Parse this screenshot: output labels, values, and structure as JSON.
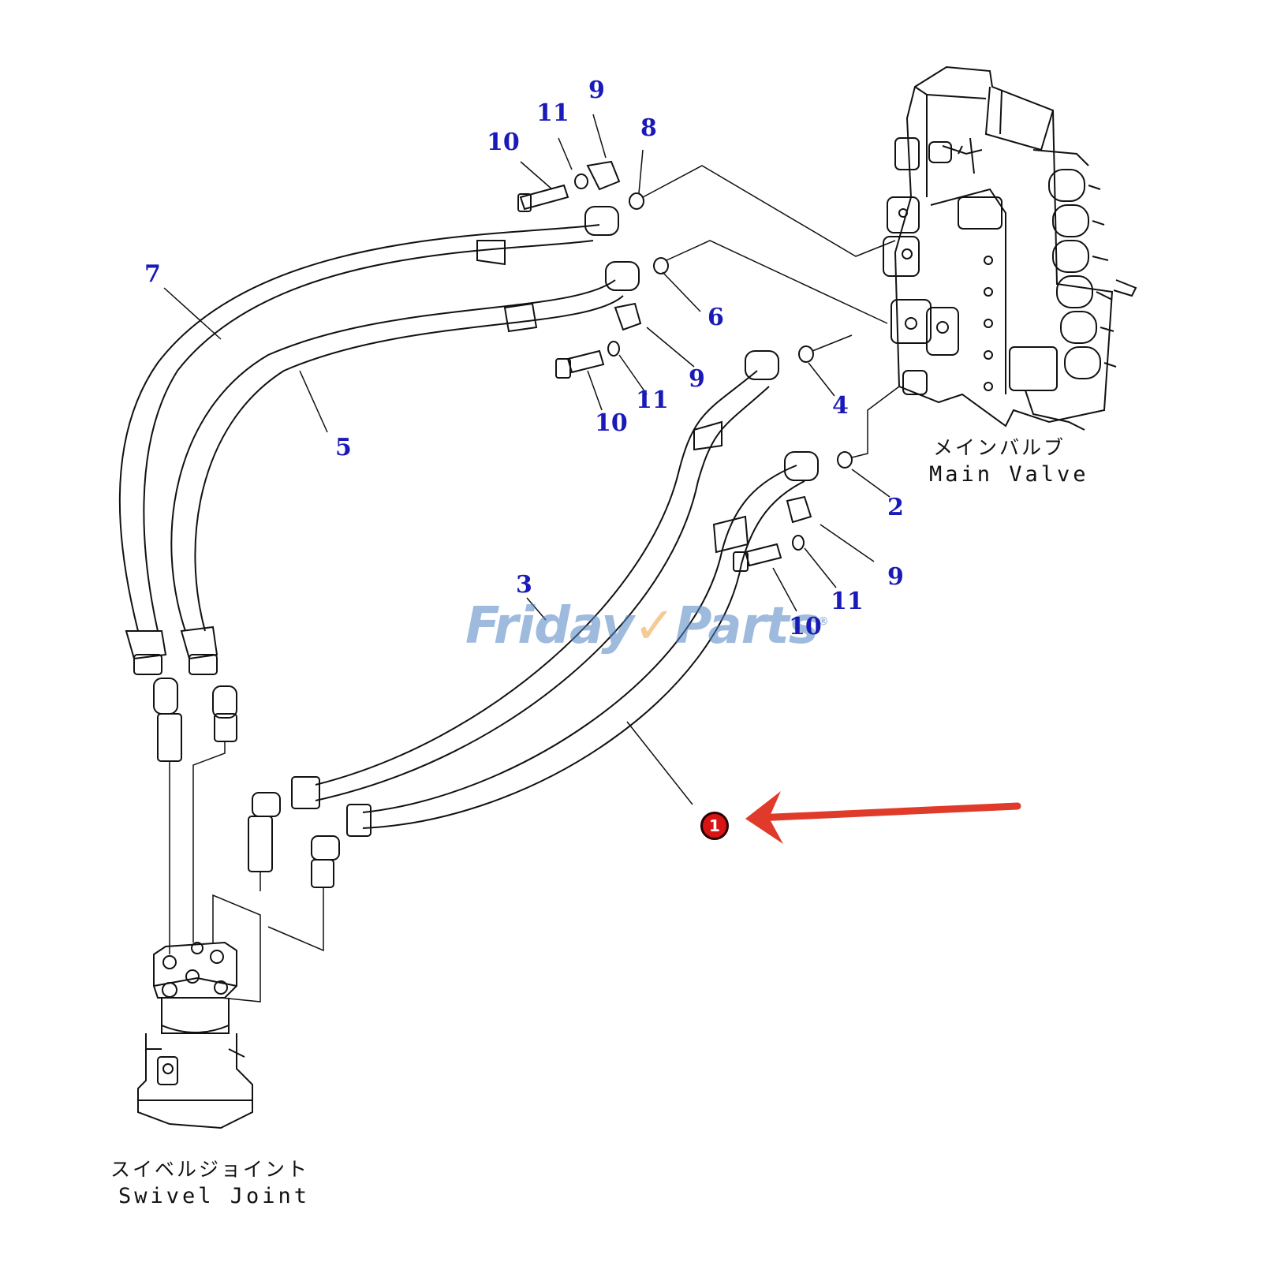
{
  "diagram": {
    "callouts": [
      {
        "id": "c10a",
        "text": "10"
      },
      {
        "id": "c11a",
        "text": "11"
      },
      {
        "id": "c9a",
        "text": "9"
      },
      {
        "id": "c8",
        "text": "8"
      },
      {
        "id": "c7",
        "text": "7"
      },
      {
        "id": "c6",
        "text": "6"
      },
      {
        "id": "c9b",
        "text": "9"
      },
      {
        "id": "c11b",
        "text": "11"
      },
      {
        "id": "c10b",
        "text": "10"
      },
      {
        "id": "c5",
        "text": "5"
      },
      {
        "id": "c4",
        "text": "4"
      },
      {
        "id": "c2",
        "text": "2"
      },
      {
        "id": "c3",
        "text": "3"
      },
      {
        "id": "c9c",
        "text": "9"
      },
      {
        "id": "c11c",
        "text": "11"
      },
      {
        "id": "c10c",
        "text": "10"
      }
    ],
    "main_valve": {
      "label_jp": "メインバルブ",
      "label_en": "Main Valve"
    },
    "swivel_joint": {
      "label_jp": "スイベルジョイント",
      "label_en": "Swivel Joint"
    },
    "highlight": {
      "marker_text": "1",
      "arrow_color": "#e03a2a",
      "marker_color": "#d81414"
    },
    "watermark": {
      "text_a": "Friday",
      "text_b": "Parts",
      "registered": "®"
    },
    "colors": {
      "callout": "#1a1ab8",
      "line": "#111111"
    }
  }
}
